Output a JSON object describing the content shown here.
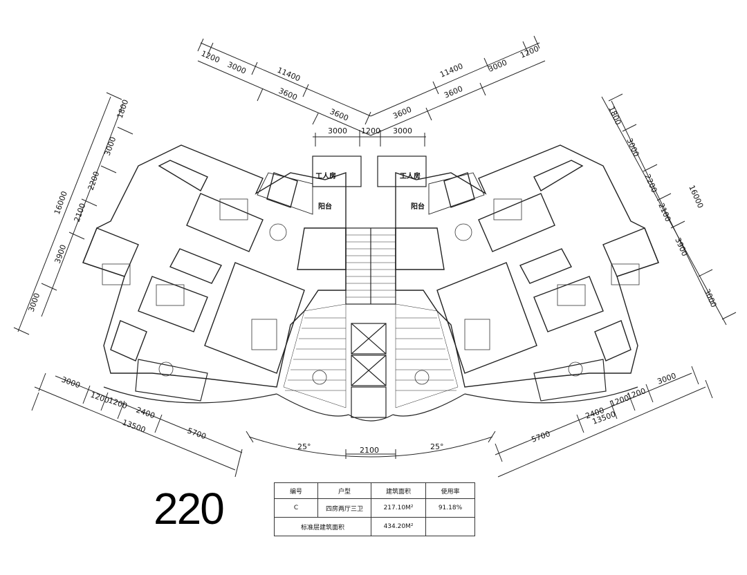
{
  "drawing_number": "220",
  "dimensions": {
    "top_left": {
      "d1200": "1200",
      "d3000": "3000",
      "d11400": "11400",
      "d3600a": "3600",
      "d3600b": "3600"
    },
    "top_right": {
      "d1200": "1200",
      "d3000": "3000",
      "d11400": "11400",
      "d3600a": "3600",
      "d3600b": "3600"
    },
    "top_mid": {
      "l3000": "3000",
      "c1200": "1200",
      "r3000": "3000"
    },
    "left_side": {
      "d1800": "1800",
      "d3000a": "3000",
      "d2200": "2200",
      "d2100": "2100",
      "d3900": "3900",
      "d3000b": "3000",
      "d16000": "16000"
    },
    "right_side": {
      "d1800": "1800",
      "d3000a": "3000",
      "d2200": "2200",
      "d2100": "2100",
      "d3900": "3900",
      "d3000b": "3000",
      "d16000": "16000"
    },
    "bottom_left": {
      "d3000": "3000",
      "d1200a": "1200",
      "d1200b": "1200",
      "d2400": "2400",
      "d5700": "5700",
      "d13500": "13500"
    },
    "bottom_right": {
      "d3000": "3000",
      "d1200a": "1200",
      "d1200b": "1200",
      "d2400": "2400",
      "d5700": "5700",
      "d13500": "13500"
    },
    "bottom_mid": {
      "angle_left": "25°",
      "angle_right": "25°",
      "d2100": "2100"
    }
  },
  "rooms": {
    "worker_room_left": "工人房",
    "worker_room_right": "工人房",
    "balcony_left": "阳台",
    "balcony_right": "阳台"
  },
  "schedule": {
    "headers": [
      "编号",
      "户型",
      "建筑面积",
      "使用率"
    ],
    "row": [
      "C",
      "四房两厅三卫",
      "217.10M²",
      "91.18%"
    ],
    "total_label": "标准层建筑面积",
    "total_value": "434.20M²"
  }
}
